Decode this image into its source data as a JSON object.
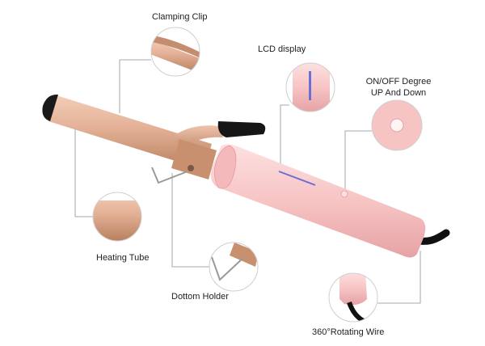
{
  "labels": {
    "clamping_clip": "Clamping Clip",
    "lcd_display": "LCD display",
    "on_off_line1": "ON/OFF Degree",
    "on_off_line2": "UP And Down",
    "heating_tube": "Heating Tube",
    "bottom_holder": "Dottom Holder",
    "rotating_wire": "360°Rotating Wire"
  },
  "colors": {
    "barrel": "#e0ad92",
    "barrel_shade": "#b57e64",
    "handle": "#f8c8c8",
    "handle_shade": "#e9a9aa",
    "tip": "#1a1a1a",
    "callout_line": "#8f8f8f",
    "lcd": "#6a6fd6"
  }
}
